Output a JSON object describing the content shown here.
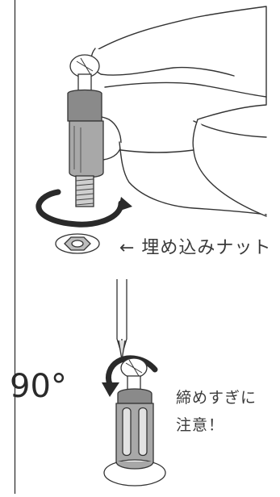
{
  "labels": {
    "nut_arrow": "← 埋め込みナット",
    "angle": "90°",
    "warning_line1": "締めすぎに",
    "warning_line2": "注意！"
  },
  "colors": {
    "line": "#333333",
    "gray_dark": "#7a7a7a",
    "gray_mid": "#a9a9a9",
    "gray_light": "#cfcfcf",
    "arrow": "#2a2a2a"
  },
  "icons": [
    "hand",
    "screw",
    "rotation-arrow",
    "embedded-nut",
    "screwdriver",
    "knob"
  ]
}
